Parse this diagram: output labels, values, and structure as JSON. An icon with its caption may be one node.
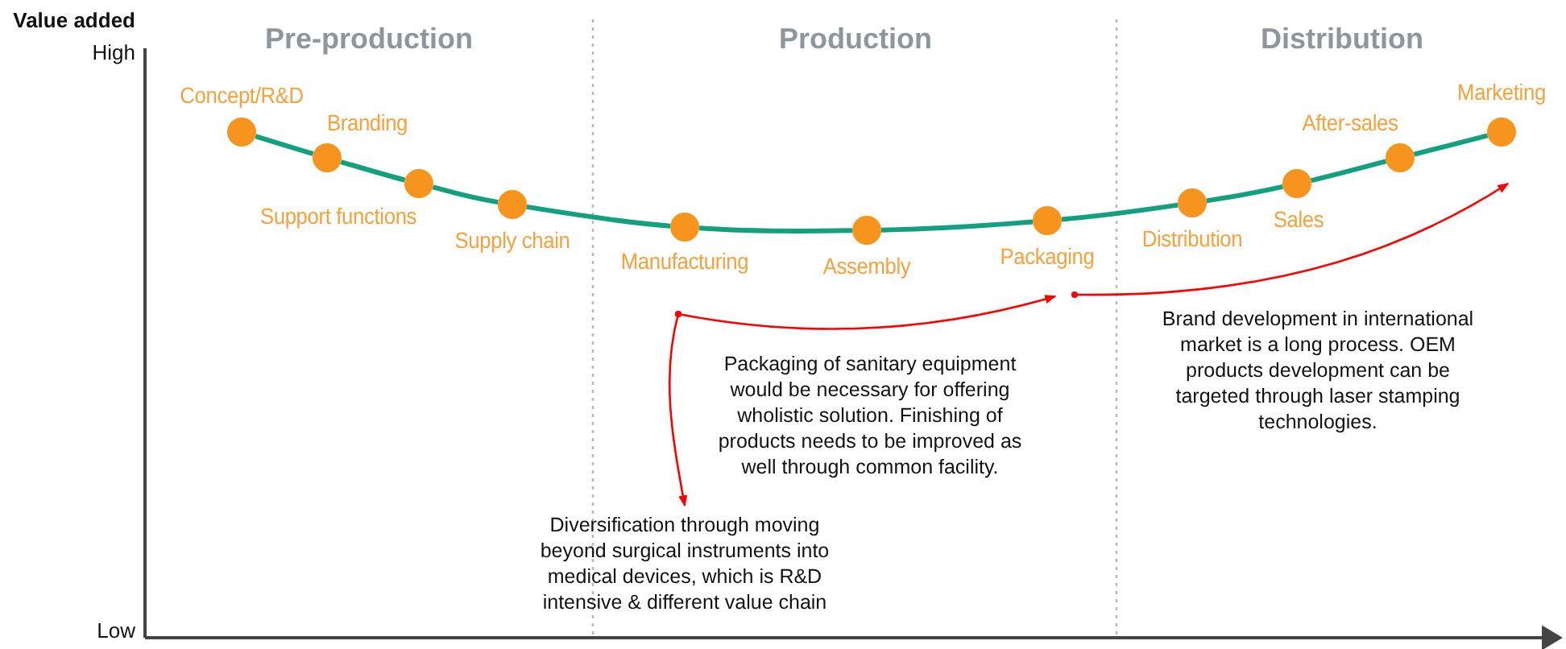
{
  "diagram": {
    "nodes": [
      {
        "text": [],
        "shape": "circle",
        "beside": [
          "Concept/R&D"
        ]
      },
      {
        "text": [],
        "shape": "circle",
        "beside": [
          "Branding"
        ]
      },
      {
        "text": [],
        "shape": "circle",
        "beside": [
          "Support functions"
        ]
      },
      {
        "text": [],
        "shape": "circle",
        "beside": [
          "Supply chain"
        ]
      },
      {
        "text": [],
        "shape": "circle",
        "beside": [
          "Manufacturing"
        ]
      },
      {
        "text": [],
        "shape": "circle",
        "beside": [
          "Assembly"
        ]
      },
      {
        "text": [],
        "shape": "circle",
        "beside": [
          "Packaging"
        ]
      },
      {
        "text": [],
        "shape": "circle",
        "beside": [
          "Distribution"
        ]
      },
      {
        "text": [],
        "shape": "circle",
        "beside": [
          "Sales"
        ]
      },
      {
        "text": [],
        "shape": "circle",
        "beside": [
          "After-sales"
        ]
      },
      {
        "text": [],
        "shape": "circle",
        "beside": [
          "Marketing"
        ]
      },
      {
        "text": [
          "Brand development in international market is a long process. OEM products development can be targeted through laser stamping technologies."
        ]
      },
      {
        "text": [
          "Packaging of sanitary equipment would be necessary for offering wholistic solution. Finishing of products needs to be improved as well through common facility."
        ]
      },
      {
        "text": [
          "Diversification through moving beyond surgical instruments into medical devices, which is R&D intensive & different value chain"
        ]
      }
    ],
    "edges": [
      {
        "from": 0,
        "to": 1,
        "arrow": "none"
      },
      {
        "from": 1,
        "to": 2,
        "arrow": "none"
      },
      {
        "from": 2,
        "to": 3,
        "arrow": "none"
      },
      {
        "from": 3,
        "to": 4,
        "arrow": "none"
      },
      {
        "from": 4,
        "to": 5,
        "arrow": "none"
      },
      {
        "from": 5,
        "to": 6,
        "arrow": "none"
      },
      {
        "from": 6,
        "to": 7,
        "arrow": "none"
      },
      {
        "from": 7,
        "to": 8,
        "arrow": "none"
      },
      {
        "from": 8,
        "to": 9,
        "arrow": "none"
      },
      {
        "from": 9,
        "to": 10,
        "arrow": "none"
      },
      {
        "from": 4,
        "to": 6,
        "arrow": "to",
        "color": "#ff0000"
      },
      {
        "from": 4,
        "to": 13,
        "arrow": "to",
        "color": "#ff0000"
      },
      {
        "from": 6,
        "to": 10,
        "arrow": "to",
        "color": "#ff0000"
      }
    ],
    "labels": [
      "Value added",
      "High",
      "Pre-production",
      "Production",
      "Distribution",
      "Low"
    ]
  }
}
